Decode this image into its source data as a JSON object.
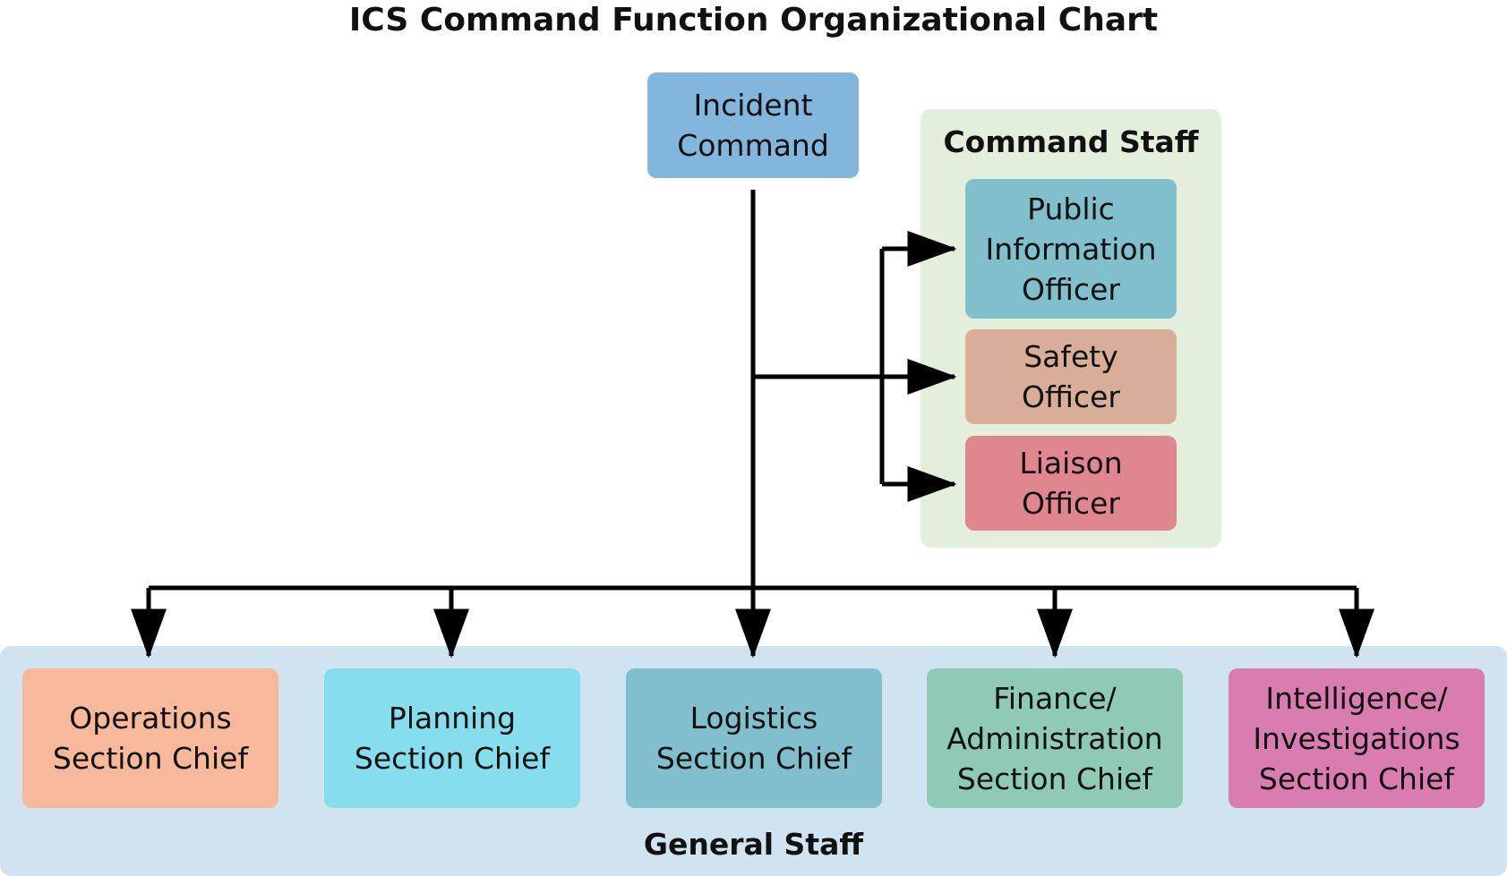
{
  "title": "ICS Command Function Organizational Chart",
  "colors": {
    "command_staff_bg": "#e3efdb",
    "general_staff_bg": "#cfe3f1",
    "incident_command": "#82b6dd",
    "public_information_officer": "#80bfcb",
    "safety_officer": "#d8ae98",
    "liaison_officer": "#e0868f",
    "operations": "#f8b89c",
    "planning": "#86deed",
    "logistics": "#80bfcb",
    "finance_administration": "#8fcab5",
    "intelligence_investigations": "#d97db0",
    "connector": "#000000"
  },
  "incident_command": {
    "label": "Incident\nCommand"
  },
  "command_staff": {
    "label": "Command Staff",
    "members": [
      {
        "label": "Public\nInformation\nOfficer"
      },
      {
        "label": "Safety\nOfficer"
      },
      {
        "label": "Liaison\nOfficer"
      }
    ]
  },
  "general_staff": {
    "label": "General Staff",
    "members": [
      {
        "label": "Operations\nSection Chief"
      },
      {
        "label": "Planning\nSection Chief"
      },
      {
        "label": "Logistics\nSection Chief"
      },
      {
        "label": "Finance/\nAdministration\nSection Chief"
      },
      {
        "label": "Intelligence/\nInvestigations\nSection Chief"
      }
    ]
  }
}
